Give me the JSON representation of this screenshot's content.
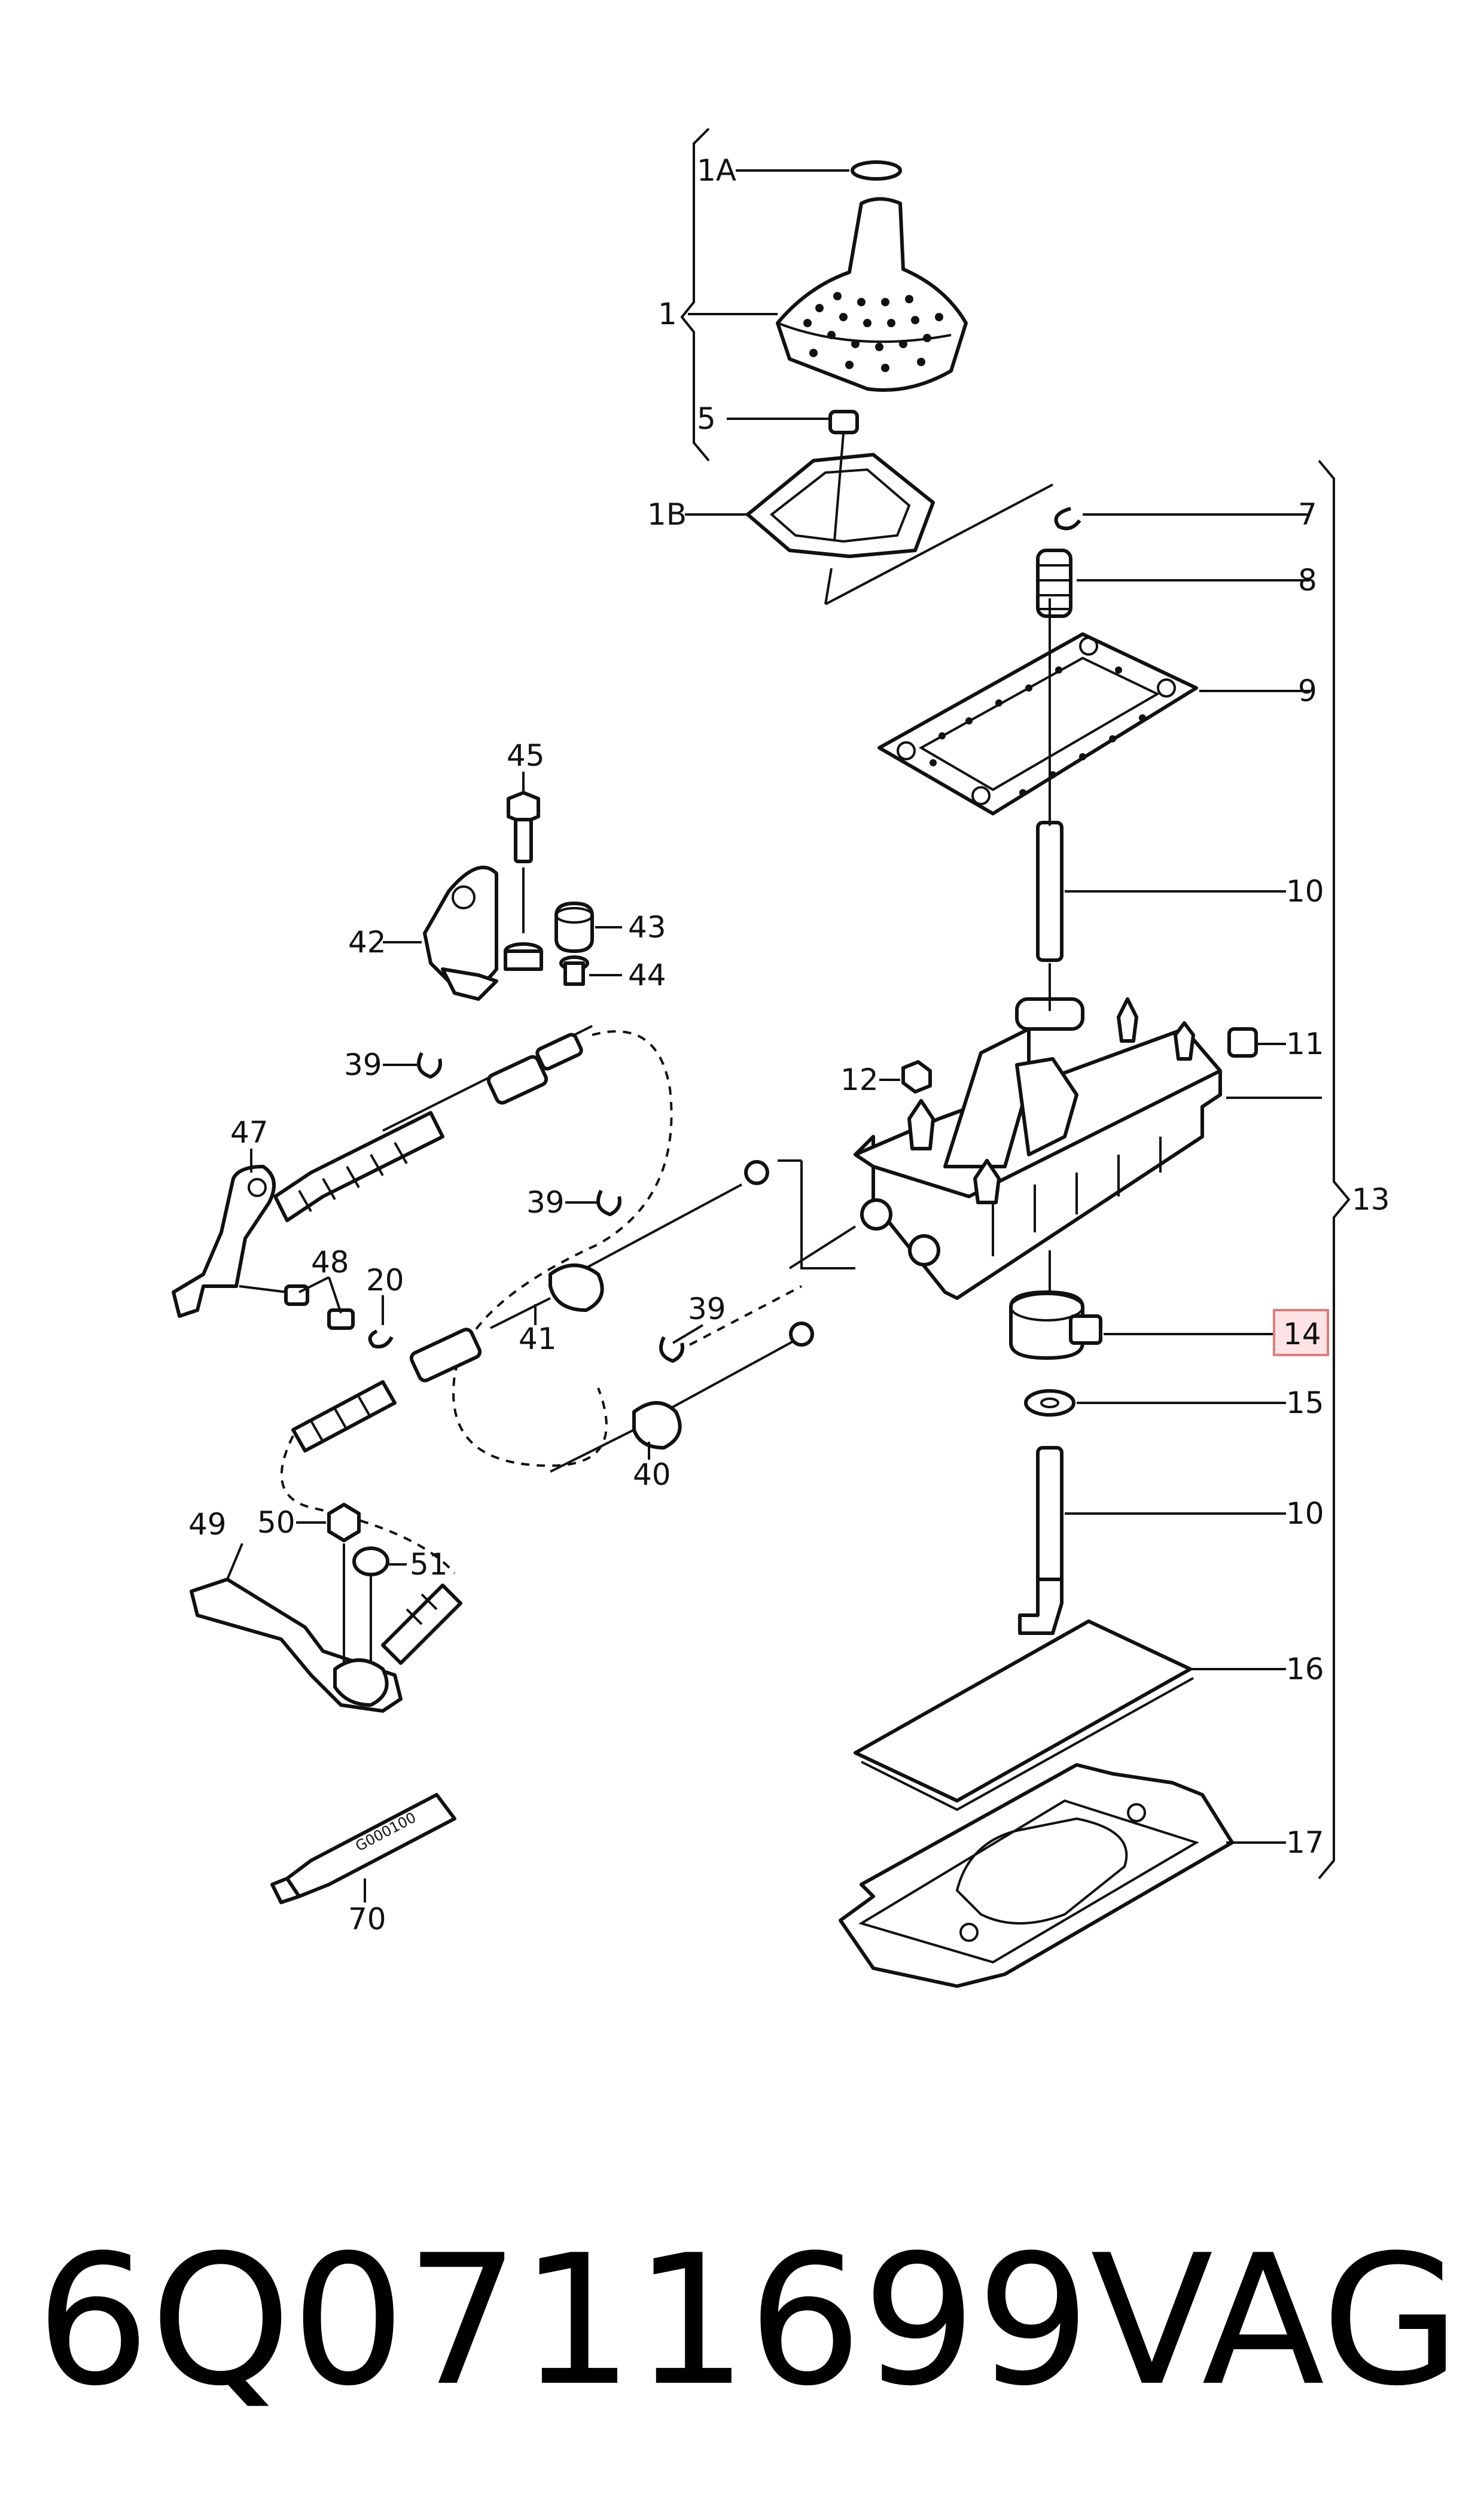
{
  "callouts": [
    {
      "id": "c1A",
      "label": "1A"
    },
    {
      "id": "c1",
      "label": "1"
    },
    {
      "id": "c5",
      "label": "5"
    },
    {
      "id": "c1B",
      "label": "1B"
    },
    {
      "id": "c7",
      "label": "7"
    },
    {
      "id": "c8",
      "label": "8"
    },
    {
      "id": "c9",
      "label": "9"
    },
    {
      "id": "c10a",
      "label": "10"
    },
    {
      "id": "c11",
      "label": "11"
    },
    {
      "id": "c12",
      "label": "12"
    },
    {
      "id": "c13",
      "label": "13"
    },
    {
      "id": "c14",
      "label": "14"
    },
    {
      "id": "c15",
      "label": "15"
    },
    {
      "id": "c10b",
      "label": "10"
    },
    {
      "id": "c16",
      "label": "16"
    },
    {
      "id": "c17",
      "label": "17"
    },
    {
      "id": "c45",
      "label": "45"
    },
    {
      "id": "c42",
      "label": "42"
    },
    {
      "id": "c43",
      "label": "43"
    },
    {
      "id": "c44",
      "label": "44"
    },
    {
      "id": "c39a",
      "label": "39"
    },
    {
      "id": "c47",
      "label": "47"
    },
    {
      "id": "c39b",
      "label": "39"
    },
    {
      "id": "c48",
      "label": "48"
    },
    {
      "id": "c20",
      "label": "20"
    },
    {
      "id": "c39c",
      "label": "39"
    },
    {
      "id": "c41",
      "label": "41"
    },
    {
      "id": "c40",
      "label": "40"
    },
    {
      "id": "c49",
      "label": "49"
    },
    {
      "id": "c50",
      "label": "50"
    },
    {
      "id": "c51",
      "label": "51"
    },
    {
      "id": "c70",
      "label": "70"
    }
  ],
  "highlighted_callout": "14",
  "tube_marking": "G000100",
  "footer": {
    "part_number": "6Q0711699",
    "brand": "VAG"
  }
}
